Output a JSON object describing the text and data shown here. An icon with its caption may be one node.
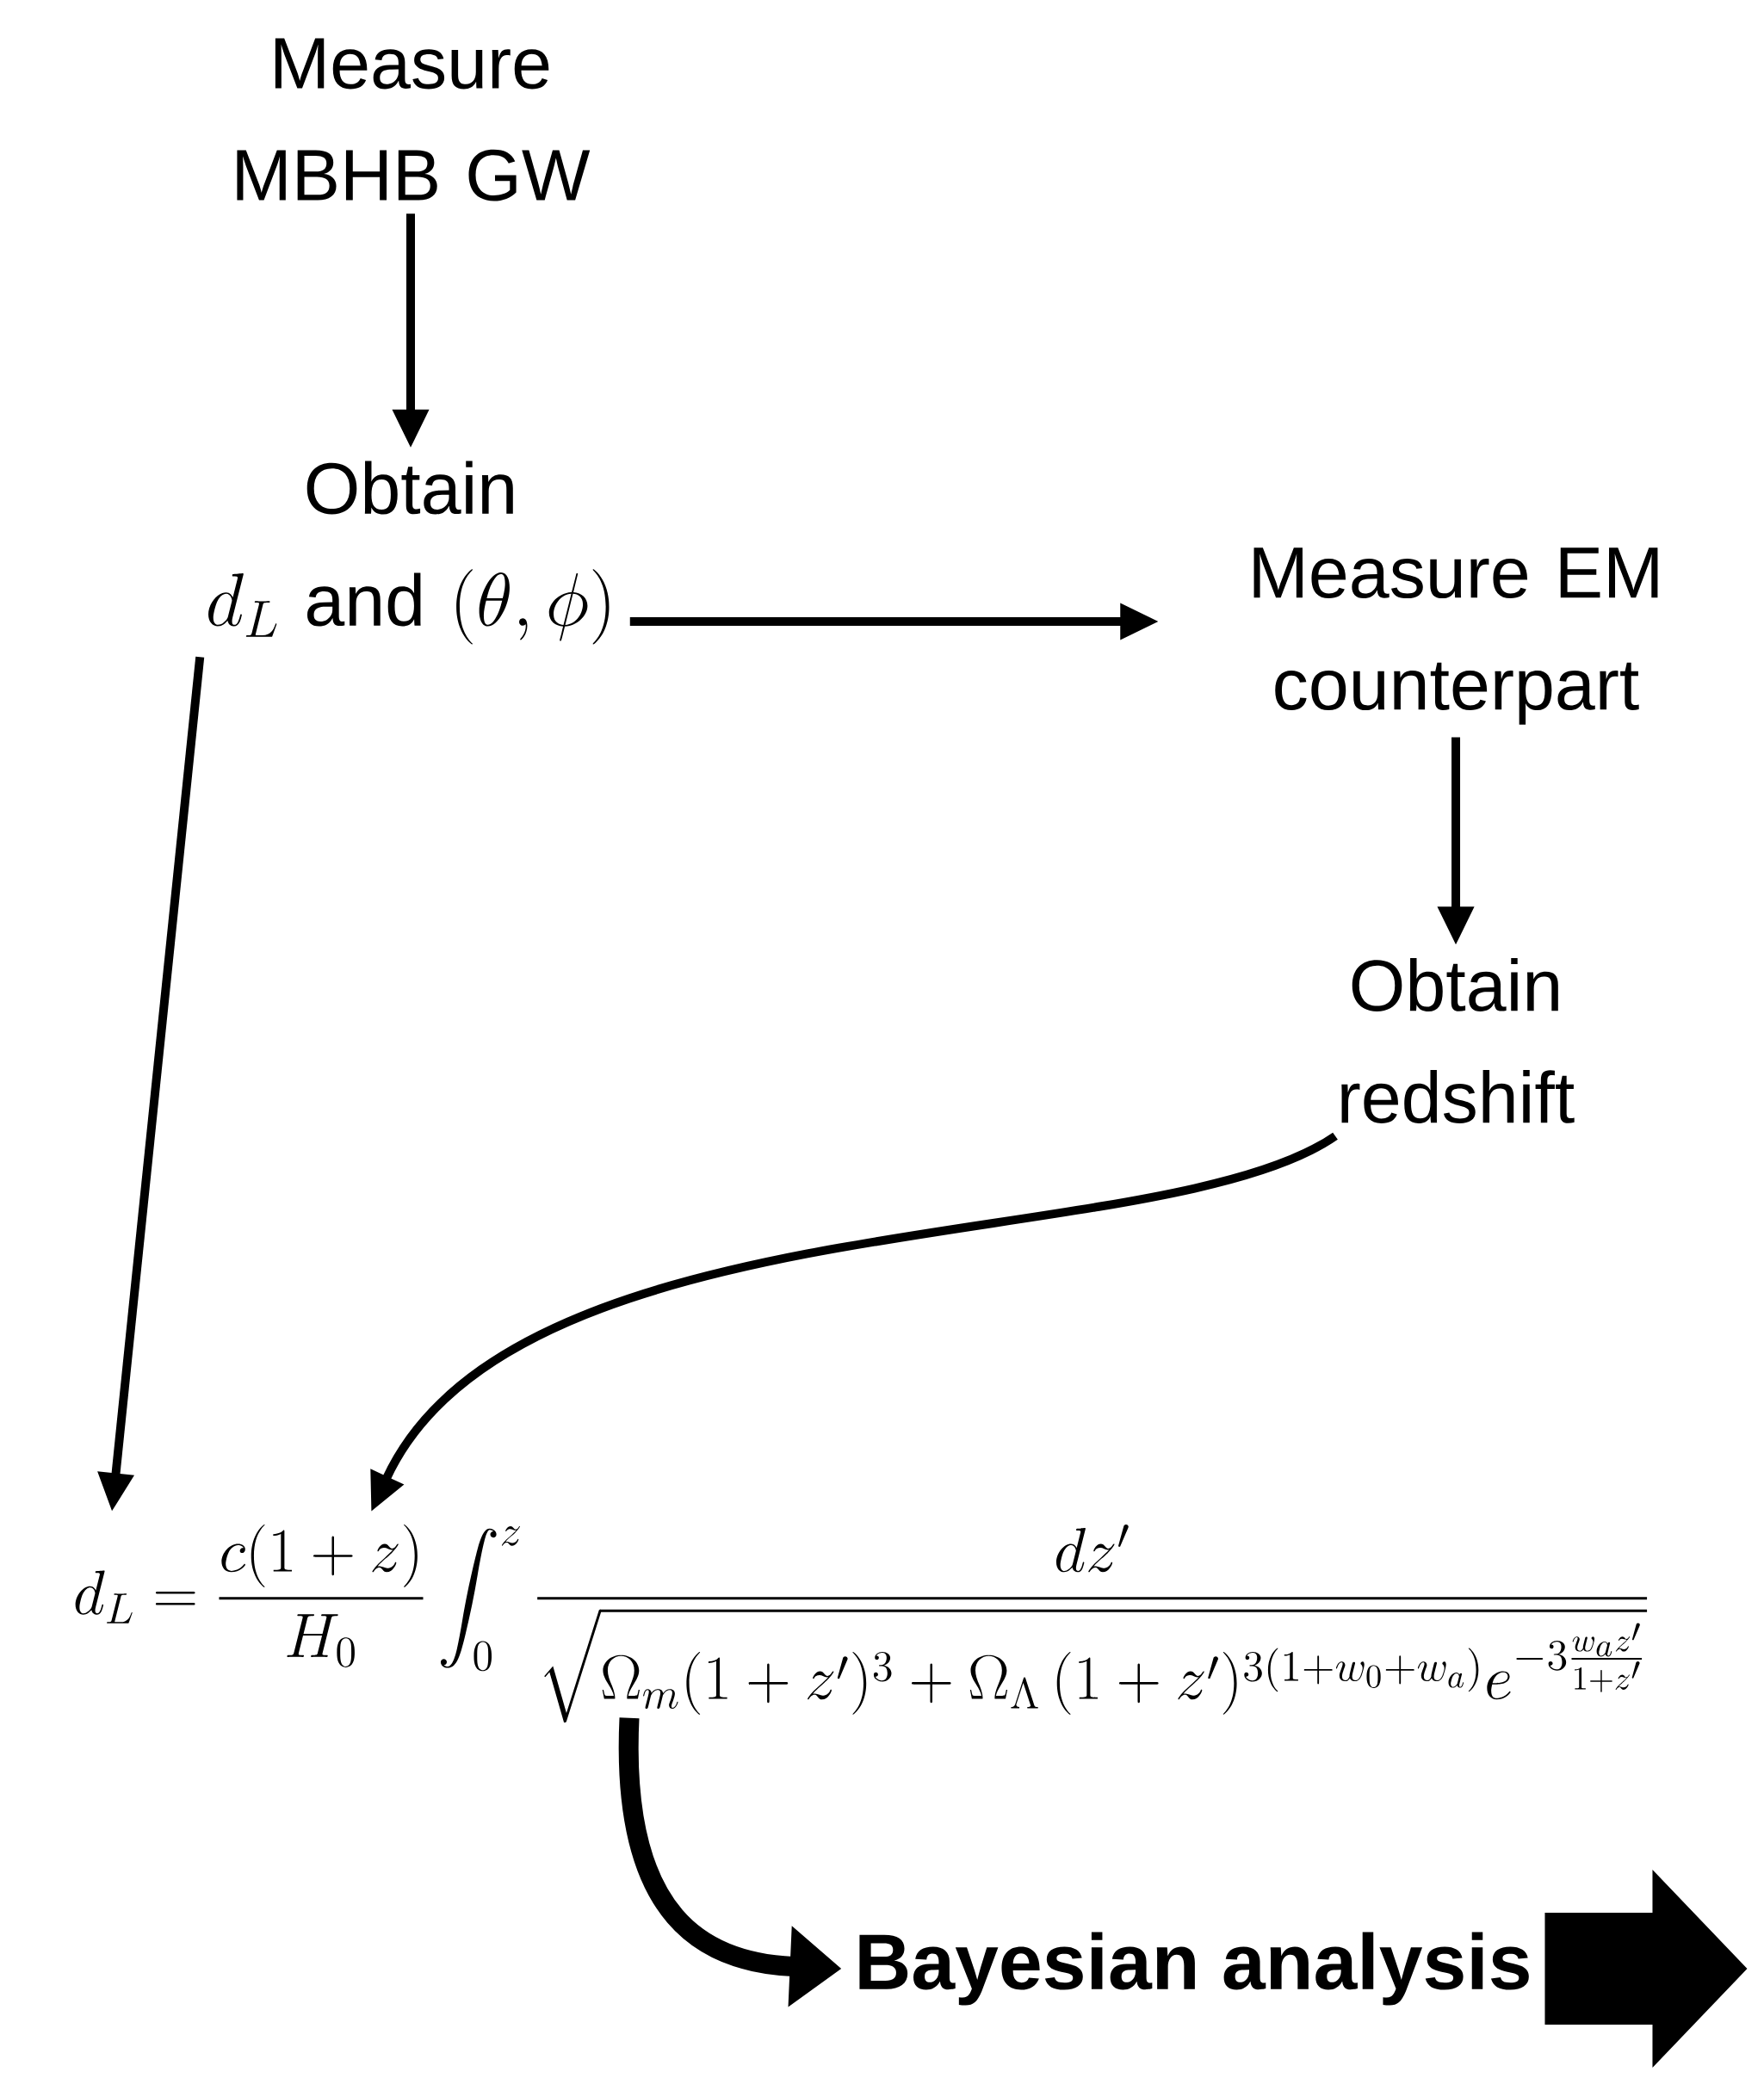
{
  "diagram": {
    "nodes": [
      {
        "text": [
          "Measure MBHB GW"
        ]
      },
      {
        "text": [
          "Obtain",
          "d_L\\text{ and }(\\theta, \\phi)"
        ]
      },
      {
        "text": [
          "Measure EM counterpart"
        ]
      },
      {
        "text": [
          "Obtain redshift"
        ]
      },
      {
        "text": [
          "d_L = \\frac{c(1+z)}{H_0}\\int_0^z \\frac{dz'}{\\sqrt{\\Omega_m(1+z')^3+\\Omega_\\Lambda\\,(1+z')^{3(1+w_0+w_a)}e^{-3\\frac{w_a z'}{1+z'}}}}"
        ]
      },
      {
        "text": [
          "Bayesian analysis"
        ]
      }
    ],
    "edges": [
      {
        "from": 0,
        "to": 1,
        "arrow": "to"
      },
      {
        "from": 1,
        "to": 2,
        "arrow": "to"
      },
      {
        "from": 2,
        "to": 3,
        "arrow": "to"
      },
      {
        "from": 3,
        "to": 4,
        "arrow": "to"
      },
      {
        "from": 1,
        "to": 4,
        "arrow": "to"
      },
      {
        "from": 4,
        "to": 5,
        "arrow": "to",
        "style": "thick"
      },
      {
        "from": 5,
        "to": null,
        "arrow": "to",
        "style": "thick"
      }
    ]
  }
}
